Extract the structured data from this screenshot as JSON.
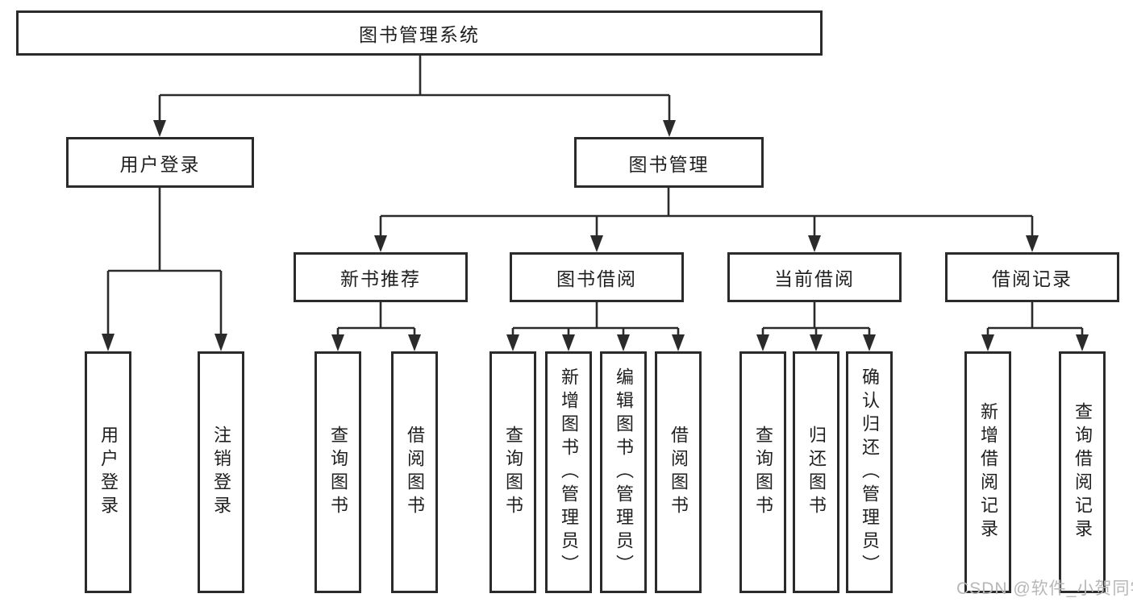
{
  "title": "图书管理系统",
  "colors": {
    "line": "#2b2b2b",
    "box_border": "#2b2b2b",
    "text": "#1f1f1f",
    "watermark": "#b7b7b7",
    "background": "#ffffff"
  },
  "tree": {
    "root": {
      "label": "图书管理系统"
    },
    "branches": [
      {
        "label": "用户登录",
        "children": [
          {
            "label": "用户登录"
          },
          {
            "label": "注销登录"
          }
        ]
      },
      {
        "label": "图书管理",
        "children": [
          {
            "label": "新书推荐",
            "children": [
              {
                "label": "查询图书"
              },
              {
                "label": "借阅图书"
              }
            ]
          },
          {
            "label": "图书借阅",
            "children": [
              {
                "label": "查询图书"
              },
              {
                "label": "新增图书（管理员）"
              },
              {
                "label": "编辑图书（管理员）"
              },
              {
                "label": "借阅图书"
              }
            ]
          },
          {
            "label": "当前借阅",
            "children": [
              {
                "label": "查询图书"
              },
              {
                "label": "归还图书"
              },
              {
                "label": "确认归还（管理员）"
              }
            ]
          },
          {
            "label": "借阅记录",
            "children": [
              {
                "label": "新增借阅记录"
              },
              {
                "label": "查询借阅记录"
              }
            ]
          }
        ]
      }
    ]
  },
  "watermark": {
    "text": "CSDN @软件_小贺同学"
  }
}
